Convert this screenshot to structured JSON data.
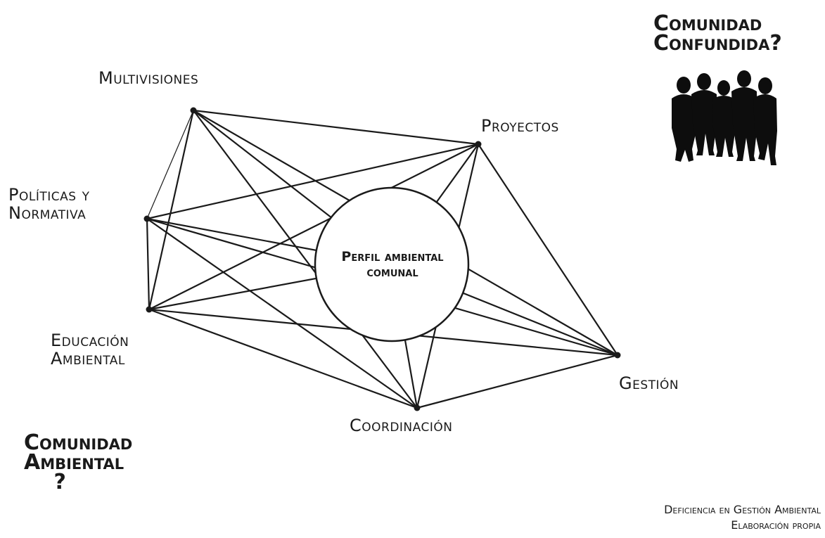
{
  "colors": {
    "line": "#1a1a1a",
    "background": "#ffffff"
  },
  "diagram": {
    "center": {
      "lines": [
        "Perfil ambiental",
        "comunal"
      ]
    },
    "nodes": [
      {
        "id": "multivisiones",
        "lines": [
          "Multivisiones"
        ]
      },
      {
        "id": "politicas",
        "lines": [
          "Políticas y",
          "Normativa"
        ]
      },
      {
        "id": "educacion",
        "lines": [
          "Educación",
          "Ambiental"
        ]
      },
      {
        "id": "proyectos",
        "lines": [
          "Proyectos"
        ]
      },
      {
        "id": "gestion",
        "lines": [
          "Gestión"
        ]
      },
      {
        "id": "coordinacion",
        "lines": [
          "Coordinación"
        ]
      }
    ],
    "edges": [
      [
        "multivisiones",
        "proyectos"
      ],
      [
        "multivisiones",
        "politicas"
      ],
      [
        "multivisiones",
        "educacion"
      ],
      [
        "multivisiones",
        "gestion"
      ],
      [
        "multivisiones",
        "coordinacion"
      ],
      [
        "multivisiones",
        "center"
      ],
      [
        "politicas",
        "proyectos"
      ],
      [
        "politicas",
        "educacion"
      ],
      [
        "politicas",
        "gestion"
      ],
      [
        "politicas",
        "coordinacion"
      ],
      [
        "politicas",
        "center"
      ],
      [
        "educacion",
        "proyectos"
      ],
      [
        "educacion",
        "gestion"
      ],
      [
        "educacion",
        "coordinacion"
      ],
      [
        "educacion",
        "center"
      ],
      [
        "proyectos",
        "gestion"
      ],
      [
        "proyectos",
        "coordinacion"
      ],
      [
        "proyectos",
        "center"
      ],
      [
        "gestion",
        "coordinacion"
      ],
      [
        "gestion",
        "center"
      ],
      [
        "coordinacion",
        "center"
      ]
    ]
  },
  "community_top": {
    "title_lines": [
      "Comunidad",
      "Confundida?"
    ],
    "icon": "people-group-icon"
  },
  "community_bottom": {
    "title_lines": [
      "Comunidad",
      "Ambiental",
      "?"
    ]
  },
  "caption": {
    "lines": [
      "Deficiencia en Gestión Ambiental",
      "Elaboración propia"
    ]
  }
}
